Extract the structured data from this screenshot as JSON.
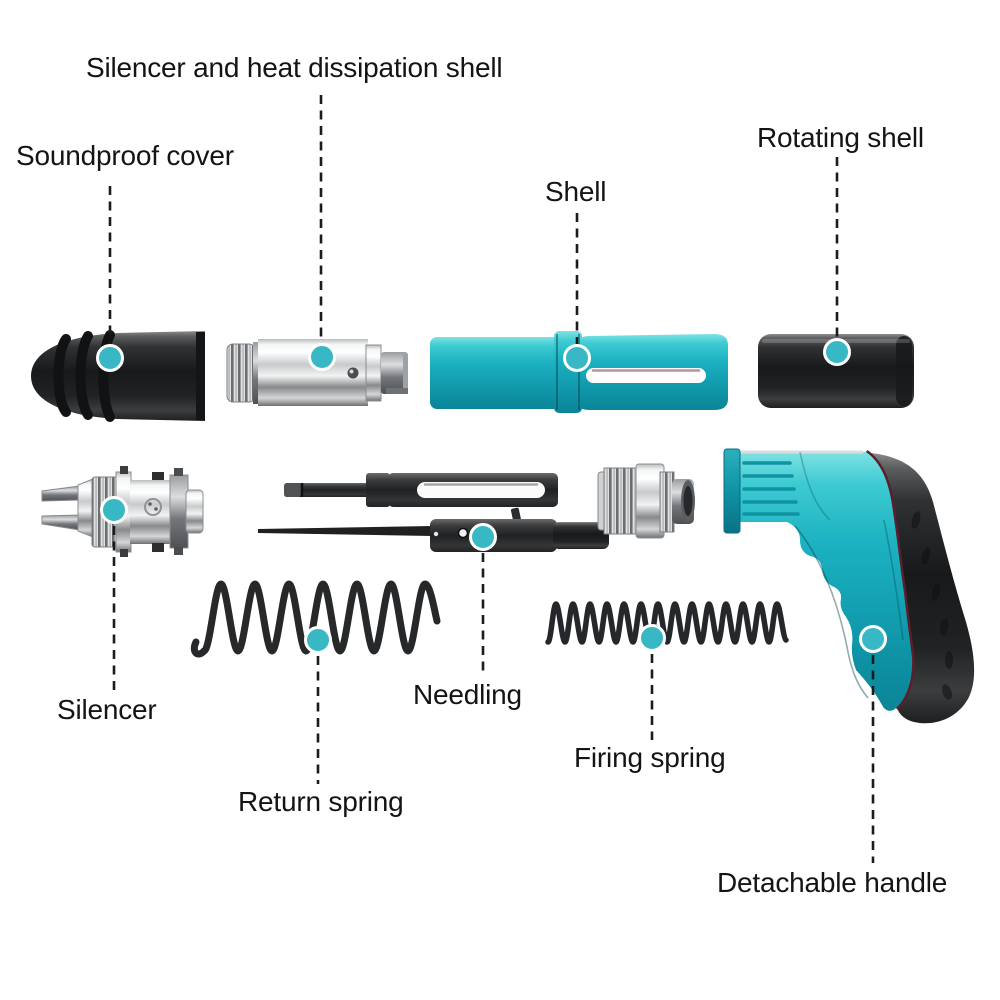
{
  "figure": {
    "kind": "exploded parts diagram",
    "subject": "manual nail gun tool components",
    "background_color": "#ffffff",
    "accent_color": "#38b7c5",
    "marker_ring_color": "#ffffff",
    "leader_line_color": "#1c1c1c",
    "label_text_color": "#141414",
    "part_colors": {
      "teal": "#16aebd",
      "black": "#1f2123",
      "chrome": "#c8cacc"
    }
  },
  "parts": [
    {
      "id": "silencer-heat-shell",
      "label": "Silencer and heat dissipation shell"
    },
    {
      "id": "soundproof-cover",
      "label": "Soundproof cover"
    },
    {
      "id": "shell",
      "label": "Shell"
    },
    {
      "id": "rotating-shell",
      "label": "Rotating shell"
    },
    {
      "id": "silencer",
      "label": "Silencer"
    },
    {
      "id": "needling",
      "label": "Needling"
    },
    {
      "id": "return-spring",
      "label": "Return spring"
    },
    {
      "id": "firing-spring",
      "label": "Firing spring"
    },
    {
      "id": "detachable-handle",
      "label": "Detachable handle"
    }
  ]
}
